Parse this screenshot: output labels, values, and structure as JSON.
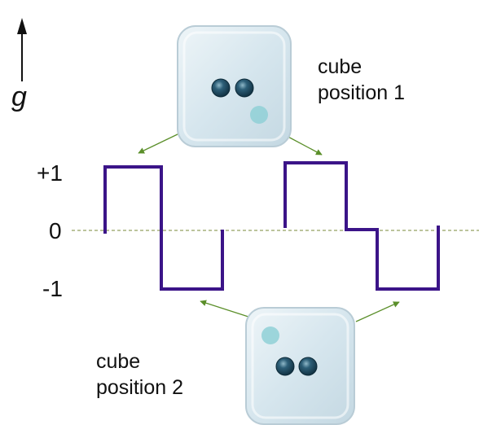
{
  "gravity_label": "g",
  "levels": {
    "plus": "+1",
    "zero": "0",
    "minus": "-1"
  },
  "cube1": {
    "line1": "cube",
    "line2": "position 1"
  },
  "cube2": {
    "line1": "cube",
    "line2": "position 2"
  },
  "signal_levels": [
    0,
    1,
    -1,
    0,
    1,
    0,
    -1,
    0
  ],
  "colors": {
    "signal": "#3b1488",
    "arrow": "#5b8f2a",
    "baseline": "#7a8a3a",
    "cube_body": "#dbe8ee",
    "dot": "#1a4a60",
    "marker": "#8fd0d6"
  }
}
